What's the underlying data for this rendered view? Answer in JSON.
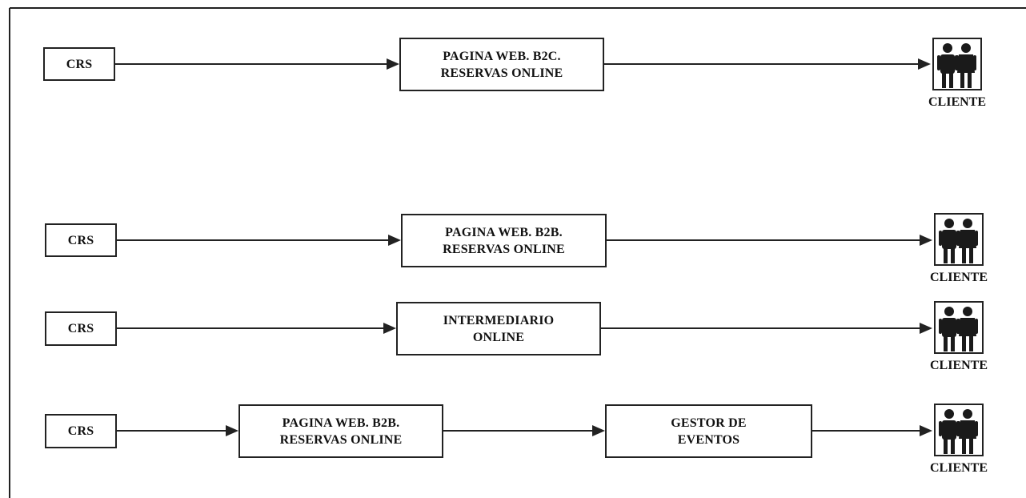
{
  "colors": {
    "line": "#222222",
    "figure": "#1a1a1a",
    "background": "#ffffff"
  },
  "flows": [
    {
      "source": {
        "label": "CRS"
      },
      "stages": [
        {
          "lines": [
            "PAGINA WEB. B2C.",
            "RESERVAS ONLINE"
          ]
        }
      ],
      "target": {
        "label": "CLIENTE",
        "icon": "people-icon"
      }
    },
    {
      "source": {
        "label": "CRS"
      },
      "stages": [
        {
          "lines": [
            "PAGINA WEB. B2B.",
            "RESERVAS ONLINE"
          ]
        }
      ],
      "target": {
        "label": "CLIENTE",
        "icon": "people-icon"
      }
    },
    {
      "source": {
        "label": "CRS"
      },
      "stages": [
        {
          "lines": [
            "INTERMEDIARIO",
            "ONLINE"
          ]
        }
      ],
      "target": {
        "label": "CLIENTE",
        "icon": "people-icon"
      }
    },
    {
      "source": {
        "label": "CRS"
      },
      "stages": [
        {
          "lines": [
            "PAGINA WEB. B2B.",
            "RESERVAS ONLINE"
          ]
        },
        {
          "lines": [
            "GESTOR DE",
            "EVENTOS"
          ]
        }
      ],
      "target": {
        "label": "CLIENTE",
        "icon": "people-icon"
      }
    }
  ]
}
